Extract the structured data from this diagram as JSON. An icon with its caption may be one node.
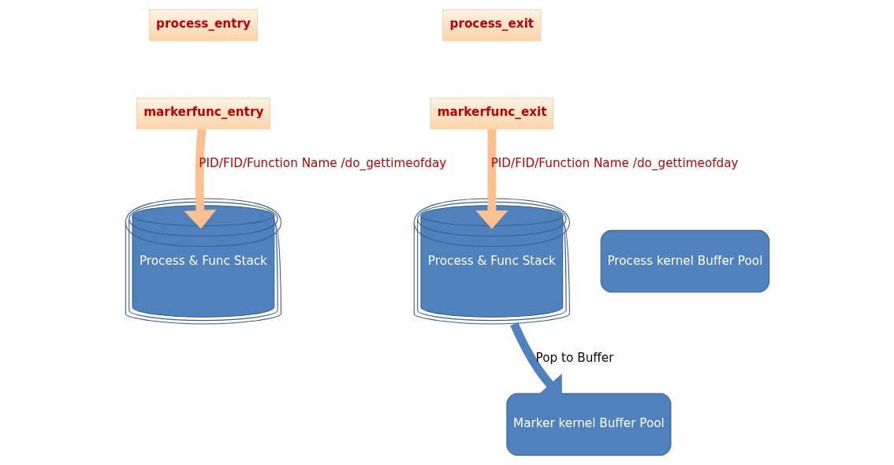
{
  "diagram": {
    "nodes": [
      {
        "text": [
          "process_entry"
        ]
      },
      {
        "text": [
          "markerfunc_entry"
        ]
      },
      {
        "text": [
          "process_exit"
        ]
      },
      {
        "text": [
          "markerfunc_exit"
        ]
      },
      {
        "text": [
          "Process & Func Stack"
        ]
      },
      {
        "text": [
          "Process & Func Stack"
        ]
      },
      {
        "text": [
          "Process kernel Buffer Pool"
        ]
      },
      {
        "text": [
          "Marker kernel Buffer Pool"
        ]
      }
    ],
    "edges": [
      {
        "from": 1,
        "to": 4,
        "arrow": "to",
        "label": "PID/FID/Function Name /do_gettimeofday"
      },
      {
        "from": 3,
        "to": 5,
        "arrow": "to",
        "label": "PID/FID/Function Name /do_gettimeofday"
      },
      {
        "from": 5,
        "to": 7,
        "arrow": "to",
        "color": "#4f81bd",
        "label": "Pop to Buffer"
      }
    ]
  }
}
